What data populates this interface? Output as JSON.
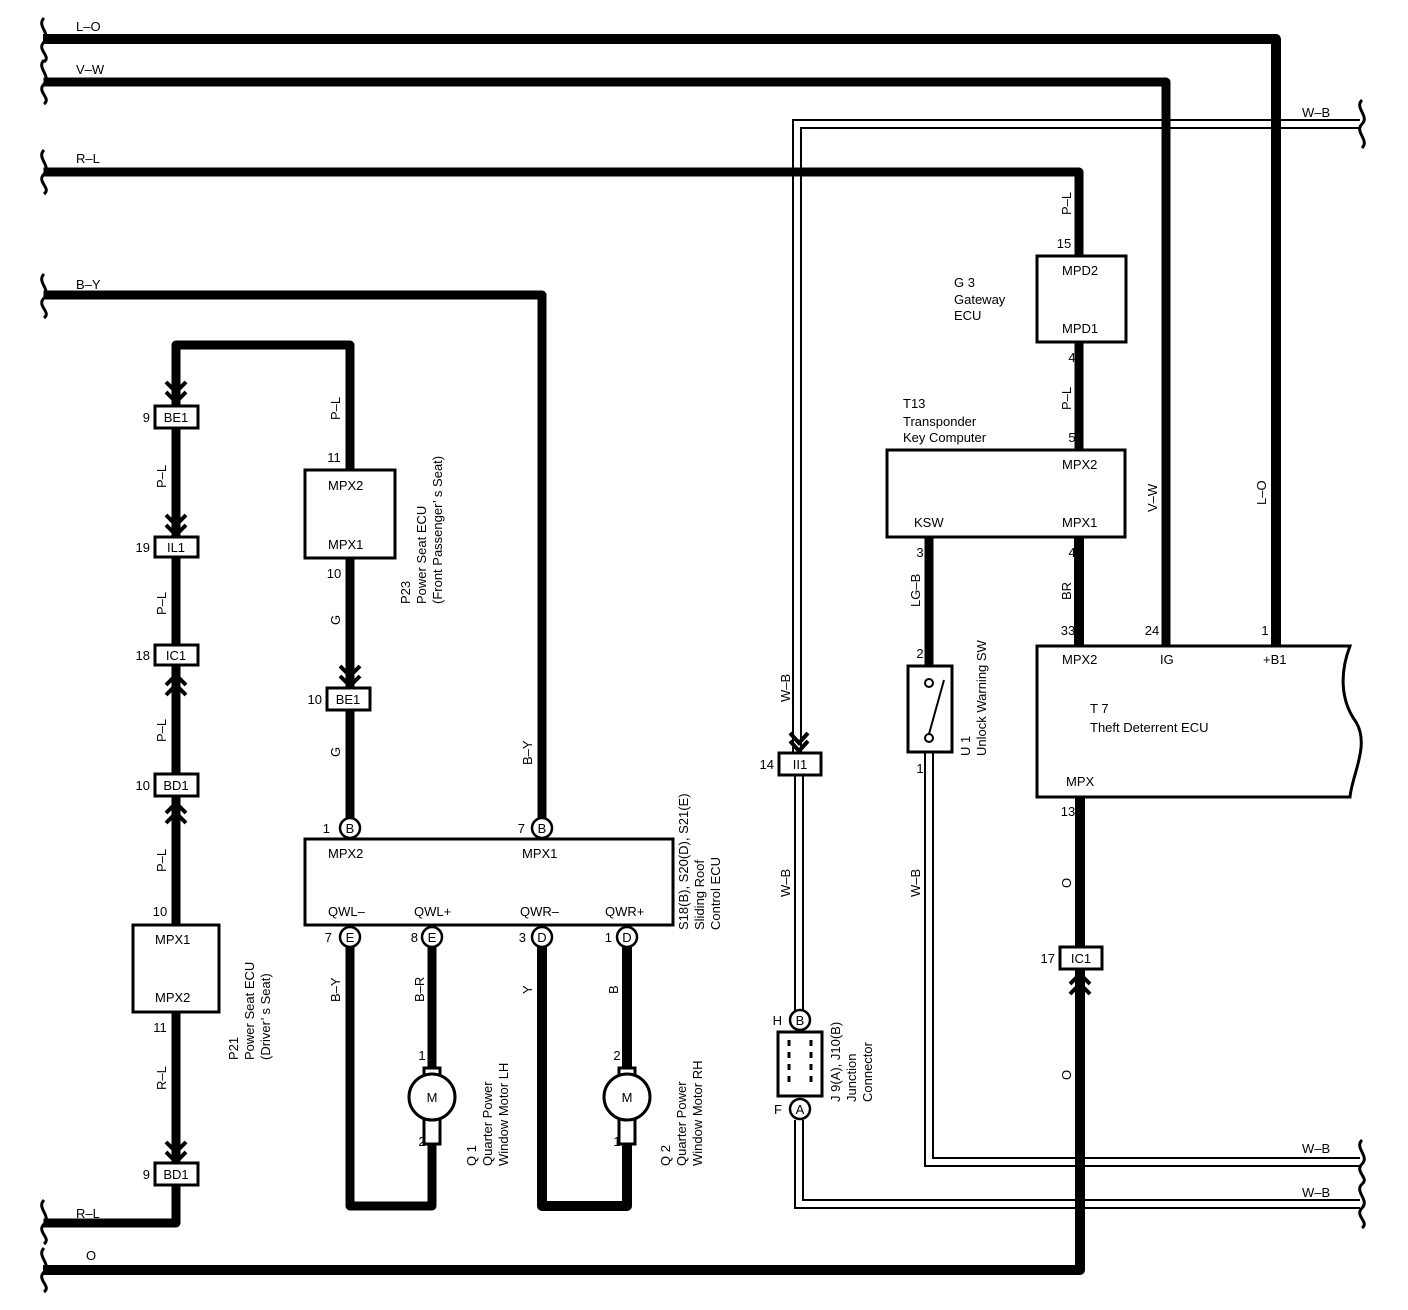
{
  "wires": {
    "l_o": "L–O",
    "v_w": "V–W",
    "w_b": "W–B",
    "r_l": "R–L",
    "b_y": "B–Y",
    "o": "O",
    "p_l": "P–L",
    "g": "G",
    "y": "Y",
    "b": "B",
    "b_r": "B–R",
    "br": "BR",
    "lg_b": "LG–B"
  },
  "connectors": {
    "be1": "BE1",
    "il1": "IL1",
    "ic1": "IC1",
    "bd1": "BD1",
    "ii1": "II1"
  },
  "components": {
    "g3": {
      "code": "G 3",
      "name1": "Gateway",
      "name2": "ECU",
      "pin_a": "MPD2",
      "pin_b": "MPD1"
    },
    "t13": {
      "code": "T13",
      "name1": "Transponder",
      "name2": "Key Computer",
      "pin_a": "MPX2",
      "pin_ksw": "KSW",
      "pin_b": "MPX1"
    },
    "t7": {
      "code": "T 7",
      "name": "Theft Deterrent ECU",
      "pin_mpx2": "MPX2",
      "pin_ig": "IG",
      "pin_b1": "+B1",
      "pin_mpx": "MPX"
    },
    "p23": {
      "code": "P23",
      "name1": "Power Seat ECU",
      "name2": "(Front Passenger’ s Seat)",
      "pin_a": "MPX2",
      "pin_b": "MPX1"
    },
    "p21": {
      "code": "P21",
      "name1": "Power Seat ECU",
      "name2": "(Driver’ s Seat)",
      "pin_a": "MPX1",
      "pin_b": "MPX2"
    },
    "s18": {
      "code": "S18(B), S20(D), S21(E)",
      "name1": "Sliding Roof",
      "name2": "Control ECU",
      "pin_mpx2": "MPX2",
      "pin_mpx1": "MPX1",
      "pin_qwlm": "QWL–",
      "pin_qwlp": "QWL+",
      "pin_qwrm": "QWR–",
      "pin_qwrp": "QWR+"
    },
    "q1": {
      "code": "Q 1",
      "name1": "Quarter Power",
      "name2": "Window Motor LH"
    },
    "q2": {
      "code": "Q 2",
      "name1": "Quarter Power",
      "name2": "Window Motor RH"
    },
    "u1": {
      "code": "U 1",
      "name": "Unlock Warning SW"
    },
    "j9": {
      "code": "J 9(A), J10(B)",
      "name1": "Junction",
      "name2": "Connector"
    },
    "motor_symbol": "M"
  },
  "pins": {
    "n1": "1",
    "n2": "2",
    "n3": "3",
    "n4": "4",
    "n5": "5",
    "n7": "7",
    "n8": "8",
    "n9": "9",
    "n10": "10",
    "n11": "11",
    "n13": "13",
    "n14": "14",
    "n15": "15",
    "n17": "17",
    "n18": "18",
    "n19": "19",
    "n24": "24",
    "n33": "33",
    "letter_b": "B",
    "letter_e": "E",
    "letter_d": "D",
    "letter_a": "A",
    "letter_h": "H",
    "letter_f": "F"
  }
}
